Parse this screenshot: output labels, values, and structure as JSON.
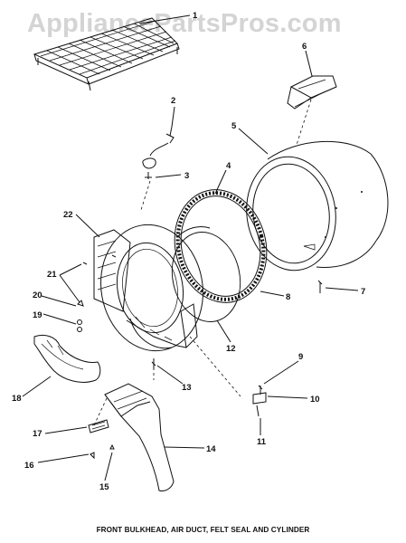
{
  "watermark": "AppliancePartsPros.com",
  "caption": "FRONT BULKHEAD, AIR DUCT, FELT SEAL AND CYLINDER",
  "callouts": [
    {
      "id": "p1",
      "label": "1"
    },
    {
      "id": "p2",
      "label": "2"
    },
    {
      "id": "p3",
      "label": "3"
    },
    {
      "id": "p4",
      "label": "4"
    },
    {
      "id": "p5",
      "label": "5"
    },
    {
      "id": "p6",
      "label": "6"
    },
    {
      "id": "p7",
      "label": "7"
    },
    {
      "id": "p8",
      "label": "8"
    },
    {
      "id": "p9",
      "label": "9"
    },
    {
      "id": "p10",
      "label": "10"
    },
    {
      "id": "p11",
      "label": "11"
    },
    {
      "id": "p12",
      "label": "12"
    },
    {
      "id": "p13",
      "label": "13"
    },
    {
      "id": "p14",
      "label": "14"
    },
    {
      "id": "p15",
      "label": "15"
    },
    {
      "id": "p16",
      "label": "16"
    },
    {
      "id": "p17",
      "label": "17"
    },
    {
      "id": "p18",
      "label": "18"
    },
    {
      "id": "p19",
      "label": "19"
    },
    {
      "id": "p20",
      "label": "20"
    },
    {
      "id": "p21",
      "label": "21"
    },
    {
      "id": "p22",
      "label": "22"
    }
  ]
}
